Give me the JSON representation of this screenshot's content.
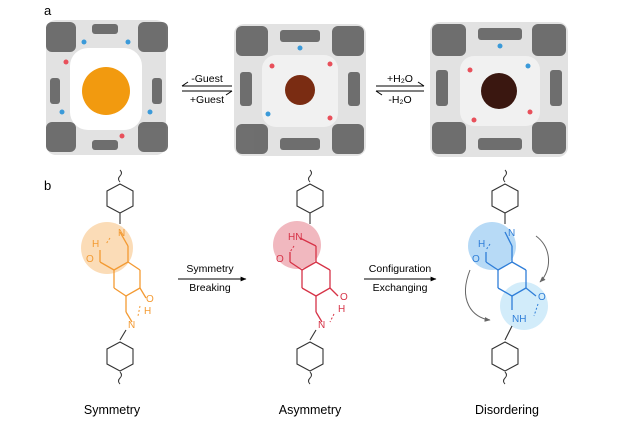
{
  "panel_a": {
    "label": "a",
    "arrow1": {
      "top": "-Guest",
      "bottom": "+Guest"
    },
    "arrow2": {
      "top": "+H₂O",
      "bottom": "-H₂O"
    },
    "colors": {
      "guest1": "#f29a0f",
      "guest2": "#7a2c12",
      "guest3": "#3a1710"
    }
  },
  "panel_b": {
    "label": "b",
    "arrow1": {
      "line1": "Symmetry",
      "line2": "Breaking"
    },
    "arrow2": {
      "line1": "Configuration",
      "line2": "Exchanging"
    },
    "captions": {
      "left": "Symmetry",
      "middle": "Asymmetry",
      "right": "Disordering"
    },
    "atoms": {
      "N": "N",
      "O": "O",
      "H": "H",
      "NH": "NH",
      "HN": "HN"
    },
    "colors": {
      "symmetry": "#f39a32",
      "asymmetry": "#d63347",
      "disordering": "#2f7ed8"
    }
  }
}
